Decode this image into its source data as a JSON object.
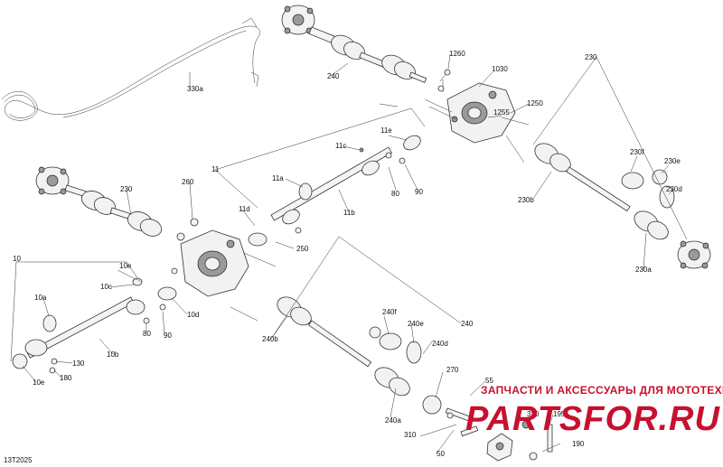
{
  "figure_code": "13T2025",
  "watermark": {
    "tagline": "ЗАПЧАСТИ И АКСЕССУАРЫ ДЛЯ МОТОТЕХНИКИ",
    "brand": "PARTSFOR.RU"
  },
  "part_labels": [
    "330a",
    "240",
    "1260",
    "1030",
    "230",
    "1255",
    "1250",
    "11e",
    "11c",
    "230f",
    "230e",
    "230d",
    "230b",
    "230a",
    "11",
    "260",
    "230",
    "11a",
    "11d",
    "11b",
    "80",
    "90",
    "250",
    "10",
    "10e",
    "10c",
    "10a",
    "10d",
    "10b",
    "130",
    "180",
    "80",
    "90",
    "10e",
    "240f",
    "240e",
    "240d",
    "240",
    "240b",
    "240a",
    "270",
    "55",
    "320",
    "195",
    "310",
    "50",
    "190"
  ]
}
